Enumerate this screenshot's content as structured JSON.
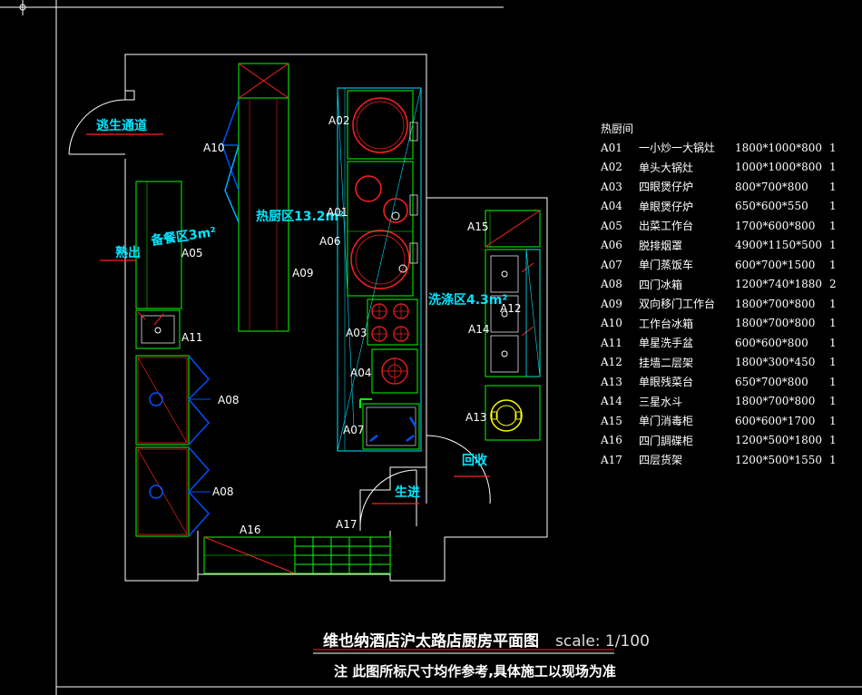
{
  "drawing": {
    "zones": {
      "hot_kitchen": "热厨区13.2m²",
      "prep": "备餐区3m²",
      "wash": "洗涤区4.3m²"
    },
    "flow_labels": {
      "escape": "逃生通道",
      "dish_out": "熟出",
      "raw_in": "生进",
      "return": "回收"
    },
    "equipment_tags": {
      "A01": "A01",
      "A02": "A02",
      "A03": "A03",
      "A04": "A04",
      "A05": "A05",
      "A06": "A06",
      "A07": "A07",
      "A08a": "A08",
      "A08b": "A08",
      "A09": "A09",
      "A10": "A10",
      "A11": "A11",
      "A12": "A12",
      "A13": "A13",
      "A14": "A14",
      "A15": "A15",
      "A16": "A16",
      "A17": "A17"
    },
    "colors": {
      "wall": "#ffffff",
      "equipment": "#00ff00",
      "detail": "#ff2020",
      "door": "#0050ff",
      "zone_text": "#00e5ff",
      "tag_text": "#ffffff"
    }
  },
  "legend": {
    "title": "热厨间",
    "rows": [
      {
        "code": "A01",
        "name": "一小炒一大锅灶",
        "size": "1800*1000*800",
        "qty": "1"
      },
      {
        "code": "A02",
        "name": "单头大锅灶",
        "size": "1000*1000*800",
        "qty": "1"
      },
      {
        "code": "A03",
        "name": "四眼煲仔炉",
        "size": "800*700*800",
        "qty": "1"
      },
      {
        "code": "A04",
        "name": "单眼煲仔炉",
        "size": "650*600*550",
        "qty": "1"
      },
      {
        "code": "A05",
        "name": "出菜工作台",
        "size": "1700*600*800",
        "qty": "1"
      },
      {
        "code": "A06",
        "name": "脱排烟罩",
        "size": "4900*1150*500",
        "qty": "1"
      },
      {
        "code": "A07",
        "name": "单门蒸饭车",
        "size": "600*700*1500",
        "qty": "1"
      },
      {
        "code": "A08",
        "name": "四门冰箱",
        "size": "1200*740*1880",
        "qty": "2"
      },
      {
        "code": "A09",
        "name": "双向移门工作台",
        "size": "1800*700*800",
        "qty": "1"
      },
      {
        "code": "A10",
        "name": "工作台冰箱",
        "size": "1800*700*800",
        "qty": "1"
      },
      {
        "code": "A11",
        "name": "单星洗手盆",
        "size": "600*600*800",
        "qty": "1"
      },
      {
        "code": "A12",
        "name": "挂墙二层架",
        "size": "1800*300*450",
        "qty": "1"
      },
      {
        "code": "A13",
        "name": "单眼残菜台",
        "size": "650*700*800",
        "qty": "1"
      },
      {
        "code": "A14",
        "name": "三星水斗",
        "size": "1800*700*800",
        "qty": "1"
      },
      {
        "code": "A15",
        "name": "单门消毒柜",
        "size": "600*600*1700",
        "qty": "1"
      },
      {
        "code": "A16",
        "name": "四门調碟柜",
        "size": "1200*500*1800",
        "qty": "1"
      },
      {
        "code": "A17",
        "name": "四层货架",
        "size": "1200*500*1550",
        "qty": "1"
      }
    ]
  },
  "footer": {
    "title": "维也纳酒店沪太路店厨房平面图",
    "scale": "scale: 1/100",
    "note": "注 此图所标尺寸均作参考,具体施工以现场为准"
  }
}
